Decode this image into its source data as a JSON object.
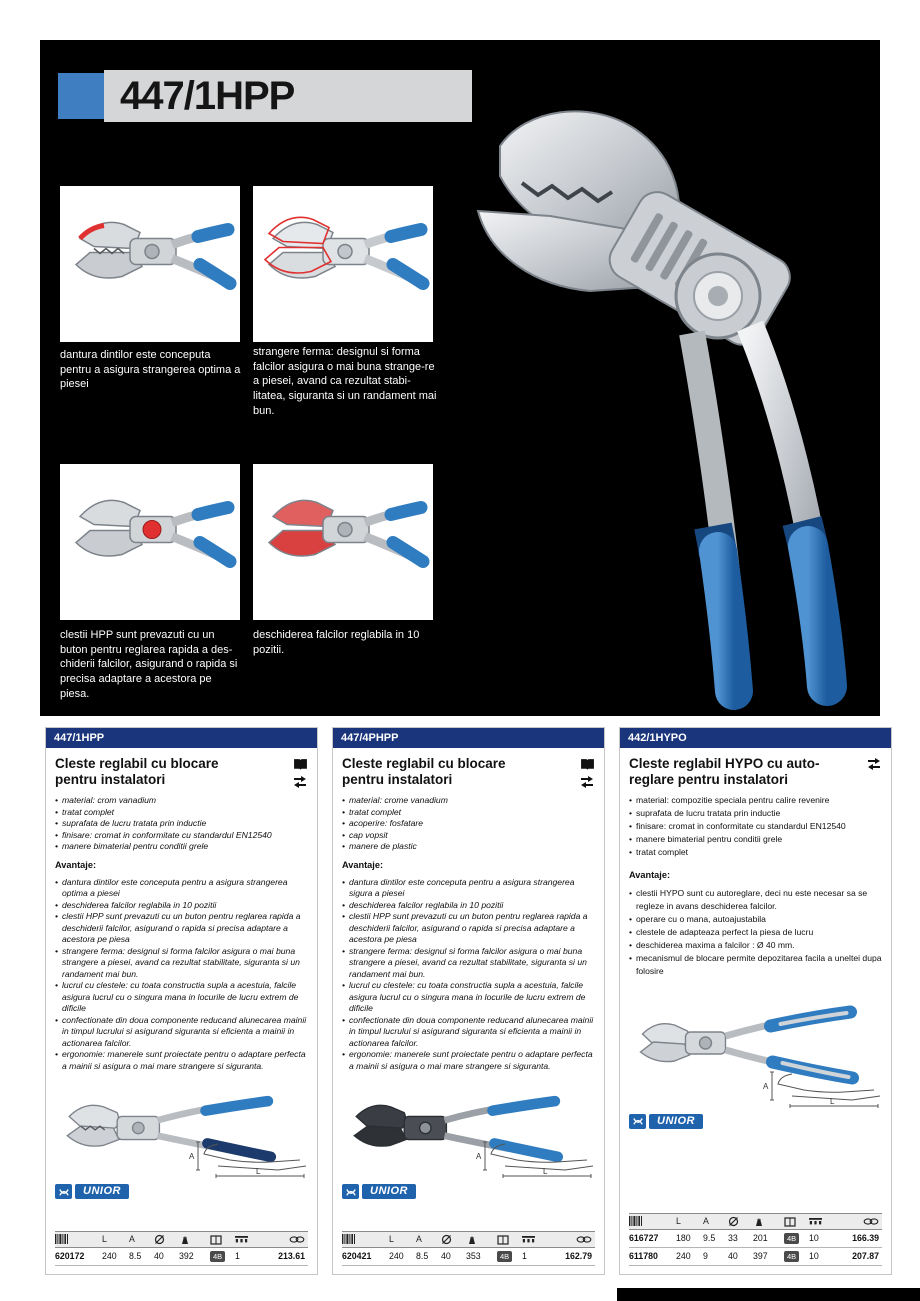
{
  "hero": {
    "title": "447/1HPP",
    "panels": [
      {
        "caption": "dantura dintilor este conceputa pentru a asigura strangerea optima a piesei"
      },
      {
        "caption": "strangere ferma: designul si forma falcilor asigura o mai buna strange-re a piesei, avand ca rezultat stabi-litatea, siguranta si un randament mai bun."
      },
      {
        "caption": "clestii HPP sunt prevazuti cu un buton pentru reglarea rapida a des-chiderii falcilor, asigurand o rapida si precisa adaptare a acestora pe piesa."
      },
      {
        "caption": "deschiderea falcilor reglabila in 10 pozitii."
      }
    ]
  },
  "dims": {
    "a": "A",
    "l": "L"
  },
  "table_cols": {
    "l": "L",
    "a": "A"
  },
  "colors": {
    "accent_blue": "#3f7fc1",
    "navy_header": "#1a357b",
    "brand_blue": "#1f63ad",
    "highlight_red": "#e03030"
  },
  "icons": {
    "catalog-book-icon": "book",
    "compare-arrows-icon": "two opposite arrows",
    "barcode-icon": "barcode",
    "jaw-diameter-icon": "circle with slash",
    "weight-icon": "weight",
    "package-icon": "box",
    "pallet-icon": "pallet",
    "pliers-icon": "pliers pictogram",
    "unior-symbol-icon": "pliers symbol"
  },
  "products": [
    {
      "header": "447/1HPP",
      "title": "Cleste reglabil cu blocare pentru instalatori",
      "features": [
        "material: crom vanadium",
        "tratat complet",
        "suprafata de lucru tratata prin inductie",
        "finisare: cromat in conformitate cu standardul EN12540",
        "manere bimaterial pentru conditii grele"
      ],
      "advantages_label": "Avantaje:",
      "advantages": [
        "dantura dintilor este conceputa pentru a asigura strangerea optima a piesei",
        "deschiderea falcilor reglabila in 10 pozitii",
        "clestii HPP sunt prevazuti cu un buton pentru reglarea rapida a deschiderii falcilor, asigurand o rapida si precisa adaptare a acestora pe piesa",
        "strangere ferma: designul si forma falcilor asigura o mai buna strangere a piesei, avand ca rezultat stabilitate, siguranta si un randament mai bun.",
        "lucrul cu clestele: cu toata constructia supla a acestuia, falcile asigura lucrul cu o singura mana in locurile de lucru extrem de dificile",
        "confectionate din doua componente reducand alunecarea mainii in timpul lucrului si asigurand siguranta si eficienta a mainii in actionarea falcilor.",
        "ergonomie: manerele sunt proiectate pentru o adaptare perfecta a mainii si asigura o mai mare strangere si siguranta."
      ],
      "brand": "UNIOR",
      "table": {
        "rows": [
          {
            "code": "620172",
            "l": "240",
            "a": "8.5",
            "jaw": "40",
            "weight": "392",
            "pack": "4B",
            "qty": "1",
            "price": "213.61"
          }
        ]
      }
    },
    {
      "header": "447/4PHPP",
      "title": "Cleste reglabil cu blocare pentru instalatori",
      "features": [
        "material: crome vanadium",
        "tratat complet",
        "acoperire: fosfatare",
        "cap vopsit",
        "manere de plastic"
      ],
      "advantages_label": "Avantaje:",
      "advantages": [
        "dantura dintilor este conceputa pentru a asigura strangerea sigura a piesei",
        "deschiderea falcilor reglabila in 10 pozitii",
        "clestii HPP sunt prevazuti cu un buton pentru reglarea rapida a deschiderii falcilor, asigurand o rapida si precisa adaptare a acestora pe piesa",
        "strangere ferma: designul si forma falcilor asigura o mai buna strangere a piesei, avand ca rezultat stabilitate, siguranta si un randament mai bun.",
        "lucrul cu clestele: cu toata constructia supla a acestuia, falcile asigura lucrul cu o singura mana in locurile de lucru extrem de dificile",
        "confectionate din doua componente reducand alunecarea mainii in timpul lucrului si asigurand siguranta si eficienta a mainii in actionarea falcilor.",
        "ergonomie: manerele sunt proiectate pentru o adaptare perfecta a mainii si asigura o mai mare strangere si siguranta."
      ],
      "brand": "UNIOR",
      "table": {
        "rows": [
          {
            "code": "620421",
            "l": "240",
            "a": "8.5",
            "jaw": "40",
            "weight": "353",
            "pack": "4B",
            "qty": "1",
            "price": "162.79"
          }
        ]
      }
    },
    {
      "header": "442/1HYPO",
      "title": "Cleste reglabil HYPO cu auto-reglare pentru instalatori",
      "features": [
        "material: compozitie speciala pentru calire revenire",
        "suprafata de lucru tratata prin inductie",
        "finisare: cromat in conformitate cu standardul EN12540",
        "manere bimaterial pentru conditii grele",
        "tratat complet"
      ],
      "advantages_label": "Avantaje:",
      "advantages": [
        "clestii HYPO sunt cu autoreglare, deci nu este necesar sa se regleze in avans deschiderea falcilor.",
        "operare cu o mana, autoajustabila",
        "clestele de adapteaza perfect la piesa de lucru",
        "deschiderea maxima a falcilor : Ø 40 mm.",
        "mecanismul de blocare permite depozitarea facila a uneltei dupa folosire"
      ],
      "brand": "UNIOR",
      "table": {
        "rows": [
          {
            "code": "616727",
            "l": "180",
            "a": "9.5",
            "jaw": "33",
            "weight": "201",
            "pack": "4B",
            "qty": "10",
            "price": "166.39"
          },
          {
            "code": "611780",
            "l": "240",
            "a": "9",
            "jaw": "40",
            "weight": "397",
            "pack": "4B",
            "qty": "10",
            "price": "207.87"
          }
        ]
      }
    }
  ]
}
